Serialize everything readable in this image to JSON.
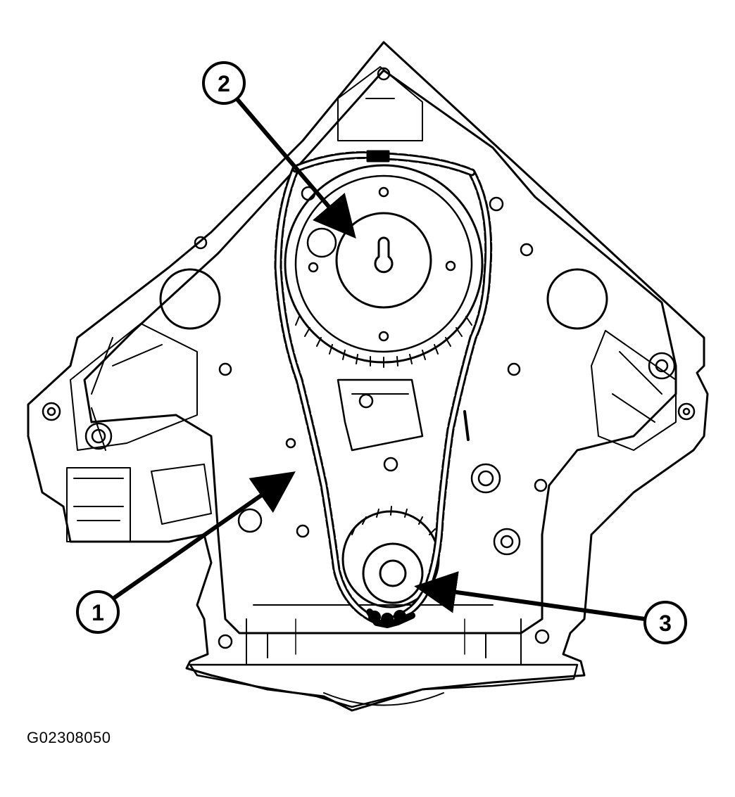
{
  "figure_id": "G02308050",
  "callouts": [
    {
      "id": "1",
      "label": "1"
    },
    {
      "id": "2",
      "label": "2"
    },
    {
      "id": "3",
      "label": "3"
    }
  ]
}
